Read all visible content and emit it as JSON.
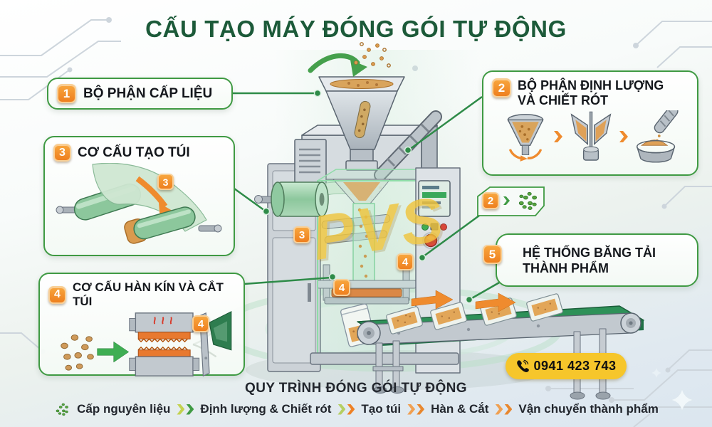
{
  "title": "CẤU TẠO MÁY ĐÓNG GÓI TỰ ĐỘNG",
  "parts": {
    "p1": {
      "num": "1",
      "label": "BỘ PHẬN CẤP LIỆU"
    },
    "p2": {
      "num": "2",
      "label_line1": "BỘ PHẬN ĐỊNH LƯỢNG",
      "label_line2": "VÀ CHIẾT RÓT"
    },
    "p3": {
      "num": "3",
      "label": "CƠ CẤU TẠO TÚI"
    },
    "p4": {
      "num": "4",
      "label": "CƠ CẤU HÀN KÍN VÀ CẮT TÚI"
    },
    "p5": {
      "num": "5",
      "label_line1": "HỆ THỐNG BĂNG TẢI",
      "label_line2": "THÀNH PHẨM"
    },
    "mini2": {
      "num": "2"
    }
  },
  "machine_markers": {
    "m3": "3",
    "m4a": "4",
    "m4b": "4",
    "illu3": "3",
    "illu4": "4"
  },
  "watermark": "PVS",
  "contact": {
    "phone": "0941 423 743"
  },
  "process": {
    "title": "QUY TRÌNH ĐÓNG GÓI TỰ ĐỘNG",
    "steps": [
      "Cấp nguyên liệu",
      "Định lượng & Chiết rót",
      "Tạo túi",
      "Hàn & Cắt",
      "Vận chuyển thành phẩm"
    ]
  },
  "icons": {
    "phone": "phone-icon",
    "grain_cluster": "grain-cluster-icon",
    "flow_chevron": "chevron-icon",
    "direction_arrow": "arrow-right-icon"
  },
  "colors": {
    "title_green": "#1c5a39",
    "accent_green": "#3f9a43",
    "leader_green": "#2e8b48",
    "badge_orange": "#ee7f1f",
    "heater_orange": "#e2762e",
    "phone_yellow": "#f6c62b",
    "belt_green": "#2e9158",
    "watermark_yellow": "#f0c43a"
  }
}
